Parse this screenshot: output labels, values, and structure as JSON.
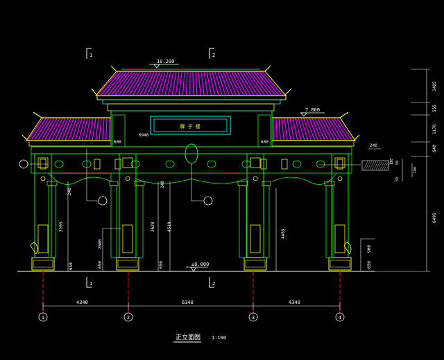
{
  "drawing": {
    "title": "正立面图",
    "scale": "1:100",
    "plaque_text": "牌 子 楼",
    "section_marks": [
      "1",
      "2"
    ],
    "elevations": {
      "top": "10.200",
      "side": "7.800",
      "ground": "±0.000"
    },
    "axes": [
      "1",
      "2",
      "3",
      "4"
    ],
    "bay_dims": [
      "4340",
      "6340",
      "4340"
    ],
    "dims_left": [
      "240",
      "3205",
      "650",
      "240",
      "3620",
      "4510",
      "2660"
    ],
    "dims_center": [
      "240",
      "3620",
      "4510",
      "650"
    ],
    "dims_right": [
      "4465",
      "900",
      "650"
    ],
    "plaque_dims": [
      "600",
      "6940",
      "600"
    ],
    "right_dims": [
      "1405",
      "555",
      "1170",
      "640",
      "6495"
    ],
    "detail_dims": [
      "240",
      "120",
      "50",
      "50",
      "180"
    ],
    "colors": {
      "roof_outline": "#ffff00",
      "tiles": "#ff00ff",
      "column": "#00ff00",
      "beam": "#00ffff",
      "dim": "#ffffff",
      "axis": "#ff0000",
      "detail": "#c0c0c0"
    }
  }
}
